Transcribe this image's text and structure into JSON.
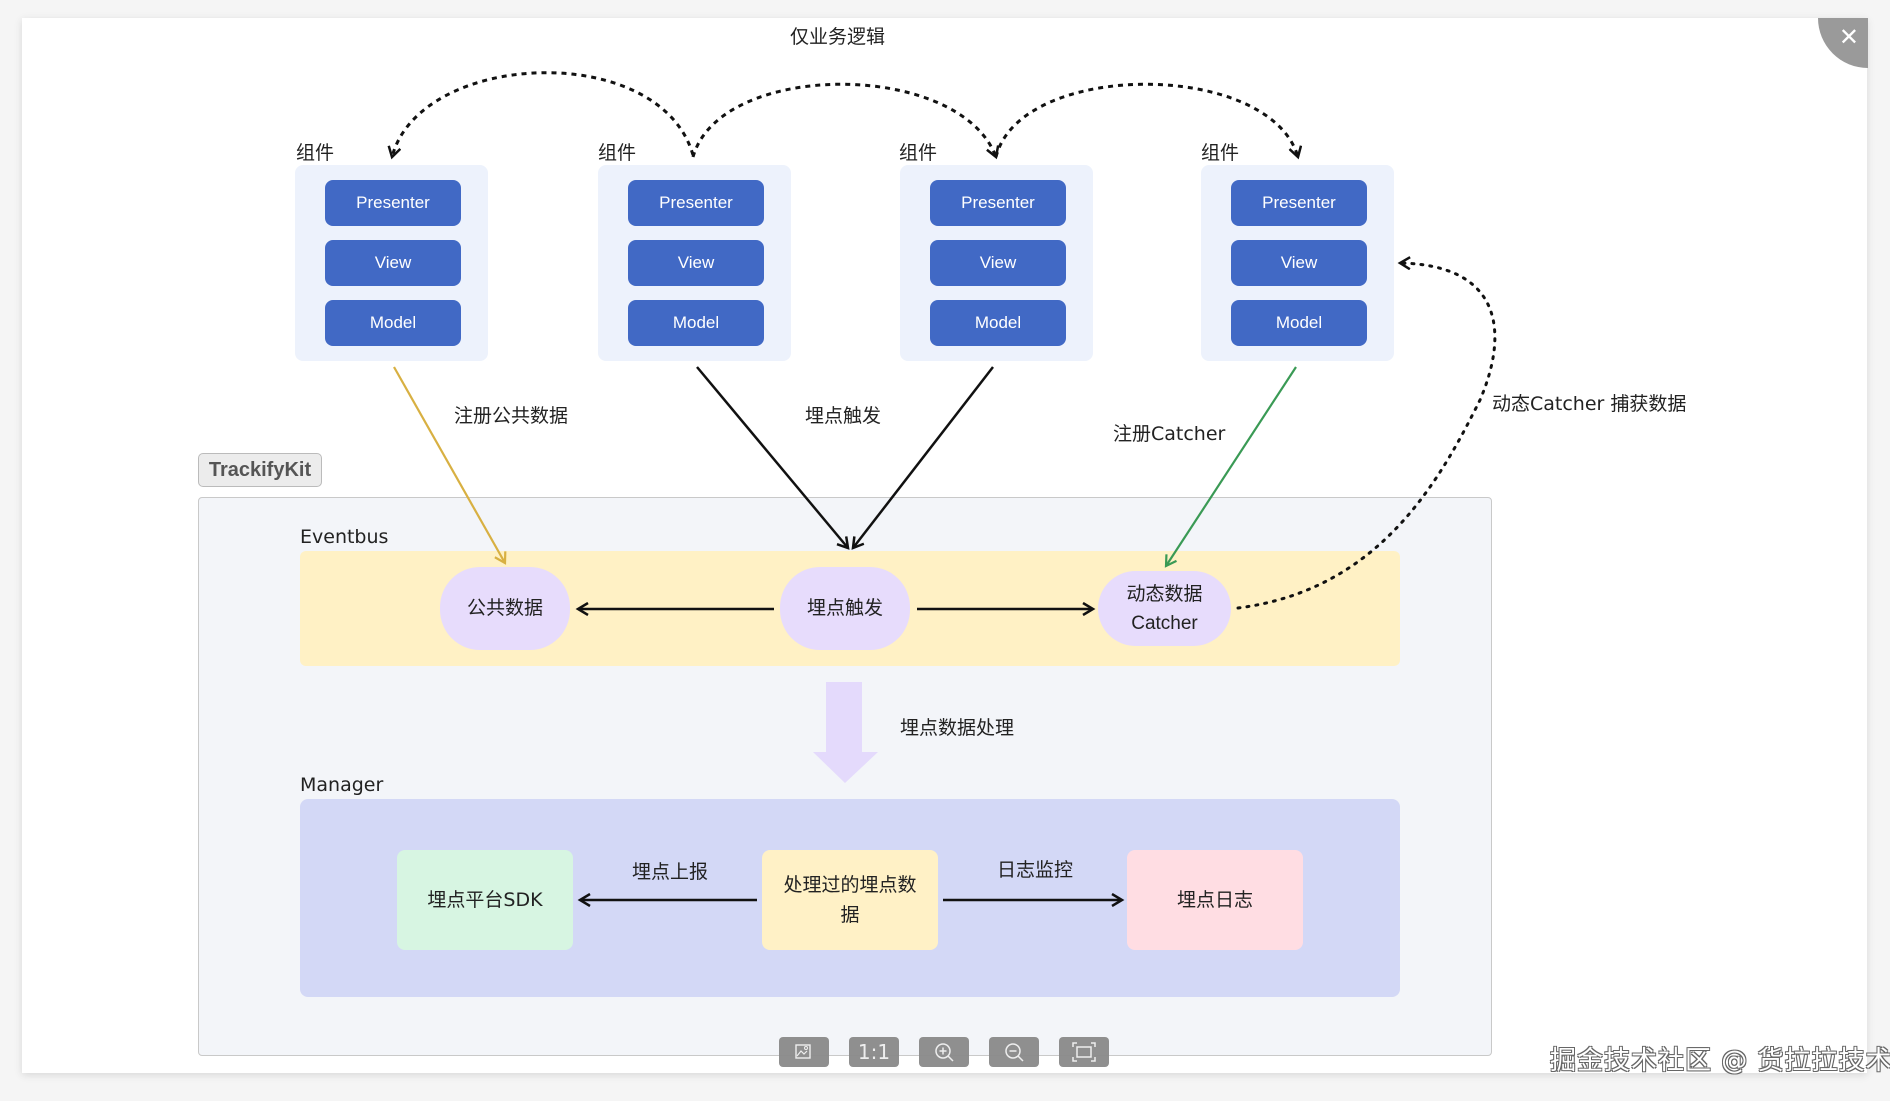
{
  "diagram": {
    "title_top": "仅业务逻辑",
    "component_label": "组件",
    "components": [
      {
        "label": "组件",
        "layers": [
          "Presenter",
          "View",
          "Model"
        ]
      },
      {
        "label": "组件",
        "layers": [
          "Presenter",
          "View",
          "Model"
        ]
      },
      {
        "label": "组件",
        "layers": [
          "Presenter",
          "View",
          "Model"
        ]
      },
      {
        "label": "组件",
        "layers": [
          "Presenter",
          "View",
          "Model"
        ]
      }
    ],
    "edge_labels": {
      "register_public": "注册公共数据",
      "track_trigger": "埋点触发",
      "register_catcher": "注册Catcher",
      "dynamic_catch": "动态Catcher 捕获数据",
      "data_processing": "埋点数据处理",
      "report": "埋点上报",
      "log_monitor": "日志监控"
    },
    "kit": {
      "name": "TrackifyKit",
      "eventbus": {
        "title": "Eventbus",
        "nodes": [
          "公共数据",
          "埋点触发",
          "动态数据",
          "Catcher"
        ]
      },
      "manager": {
        "title": "Manager",
        "nodes": [
          "埋点平台SDK",
          "处理过的埋点数据",
          "埋点日志"
        ]
      }
    },
    "colors": {
      "layer_blue": "#4169c5",
      "public_arrow": "#d8b042",
      "catcher_arrow": "#3a9a55",
      "eventbus_bg": "#fff1c5",
      "manager_bg": "#d3d8f6",
      "sdk_bg": "#d7f5e2",
      "processed_bg": "#fff1c6",
      "log_bg": "#ffdde3"
    }
  },
  "viewer": {
    "toolbar": [
      "edit-image",
      "1:1",
      "zoom-in",
      "zoom-out",
      "fit-screen"
    ],
    "actual_size_label": "1:1",
    "close_label": "✕",
    "watermark": "掘金技术社区 @ 货拉拉技术"
  }
}
